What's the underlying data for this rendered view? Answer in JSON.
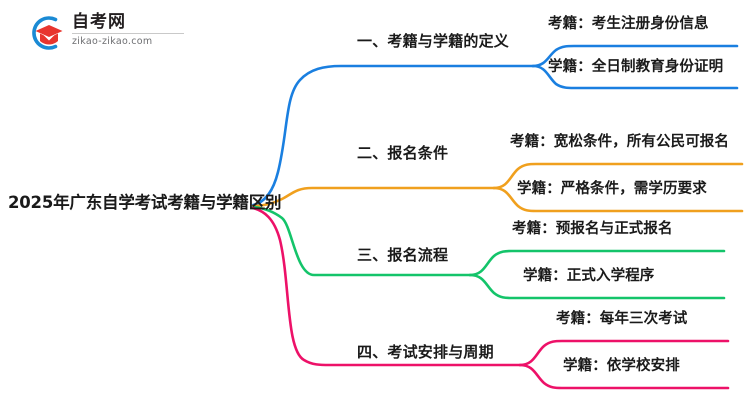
{
  "logo": {
    "icon": "graduation-cap-logo-icon",
    "title": "自考网",
    "url": "zikao-zikao.com",
    "arc_color": "#1a8ad4",
    "cap_color": "#e8352e"
  },
  "mindmap": {
    "root": {
      "label": "2025年广东自学考试考籍与学籍区别"
    },
    "branches": [
      {
        "label": "一、考籍与学籍的定义",
        "color": "#1a7fe0",
        "leaves": [
          {
            "label": "考籍：考生注册身份信息"
          },
          {
            "label": "学籍：全日制教育身份证明"
          }
        ]
      },
      {
        "label": "二、报名条件",
        "color": "#f0a01e",
        "leaves": [
          {
            "label": "考籍：宽松条件，所有公民可报名"
          },
          {
            "label": "学籍：严格条件，需学历要求"
          }
        ]
      },
      {
        "label": "三、报名流程",
        "color": "#14c46a",
        "leaves": [
          {
            "label": "考籍：预报名与正式报名"
          },
          {
            "label": "学籍：正式入学程序"
          }
        ]
      },
      {
        "label": "四、考试安排与周期",
        "color": "#ed1168",
        "leaves": [
          {
            "label": "考籍：每年三次考试"
          },
          {
            "label": "学籍：依学校安排"
          }
        ]
      }
    ]
  }
}
